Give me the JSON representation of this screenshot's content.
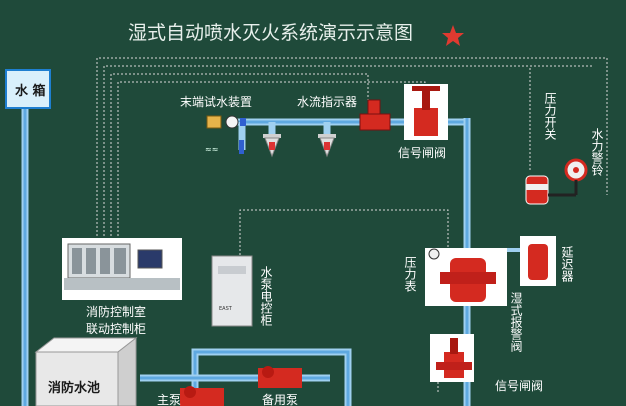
{
  "title": "湿式自动喷水灭火系统演示示意图",
  "labels": {
    "water_tank": "水 箱",
    "end_test_device": "末端试水装置",
    "flow_indicator": "水流指示器",
    "signal_valve_top": "信号闸阀",
    "pressure_switch": "压力开关",
    "water_bell": "水力警铃",
    "delayer": "延迟器",
    "pressure_gauge": "压力表",
    "alarm_valve": "湿式报警阀",
    "control_room": "消防控制室",
    "linkage_cabinet": "联动控制柜",
    "pump_cabinet": "水泵电控柜",
    "fire_pool": "消防水池",
    "signal_valve_bottom": "信号闸阀",
    "main_pump": "主泵",
    "standby_pump": "备用泵",
    "cabinet_badge": "EAST"
  },
  "colors": {
    "background": "#1f4a3a",
    "pipe": "#9fd0f0",
    "valve_red": "#d42a20",
    "star": "#e03a30"
  }
}
